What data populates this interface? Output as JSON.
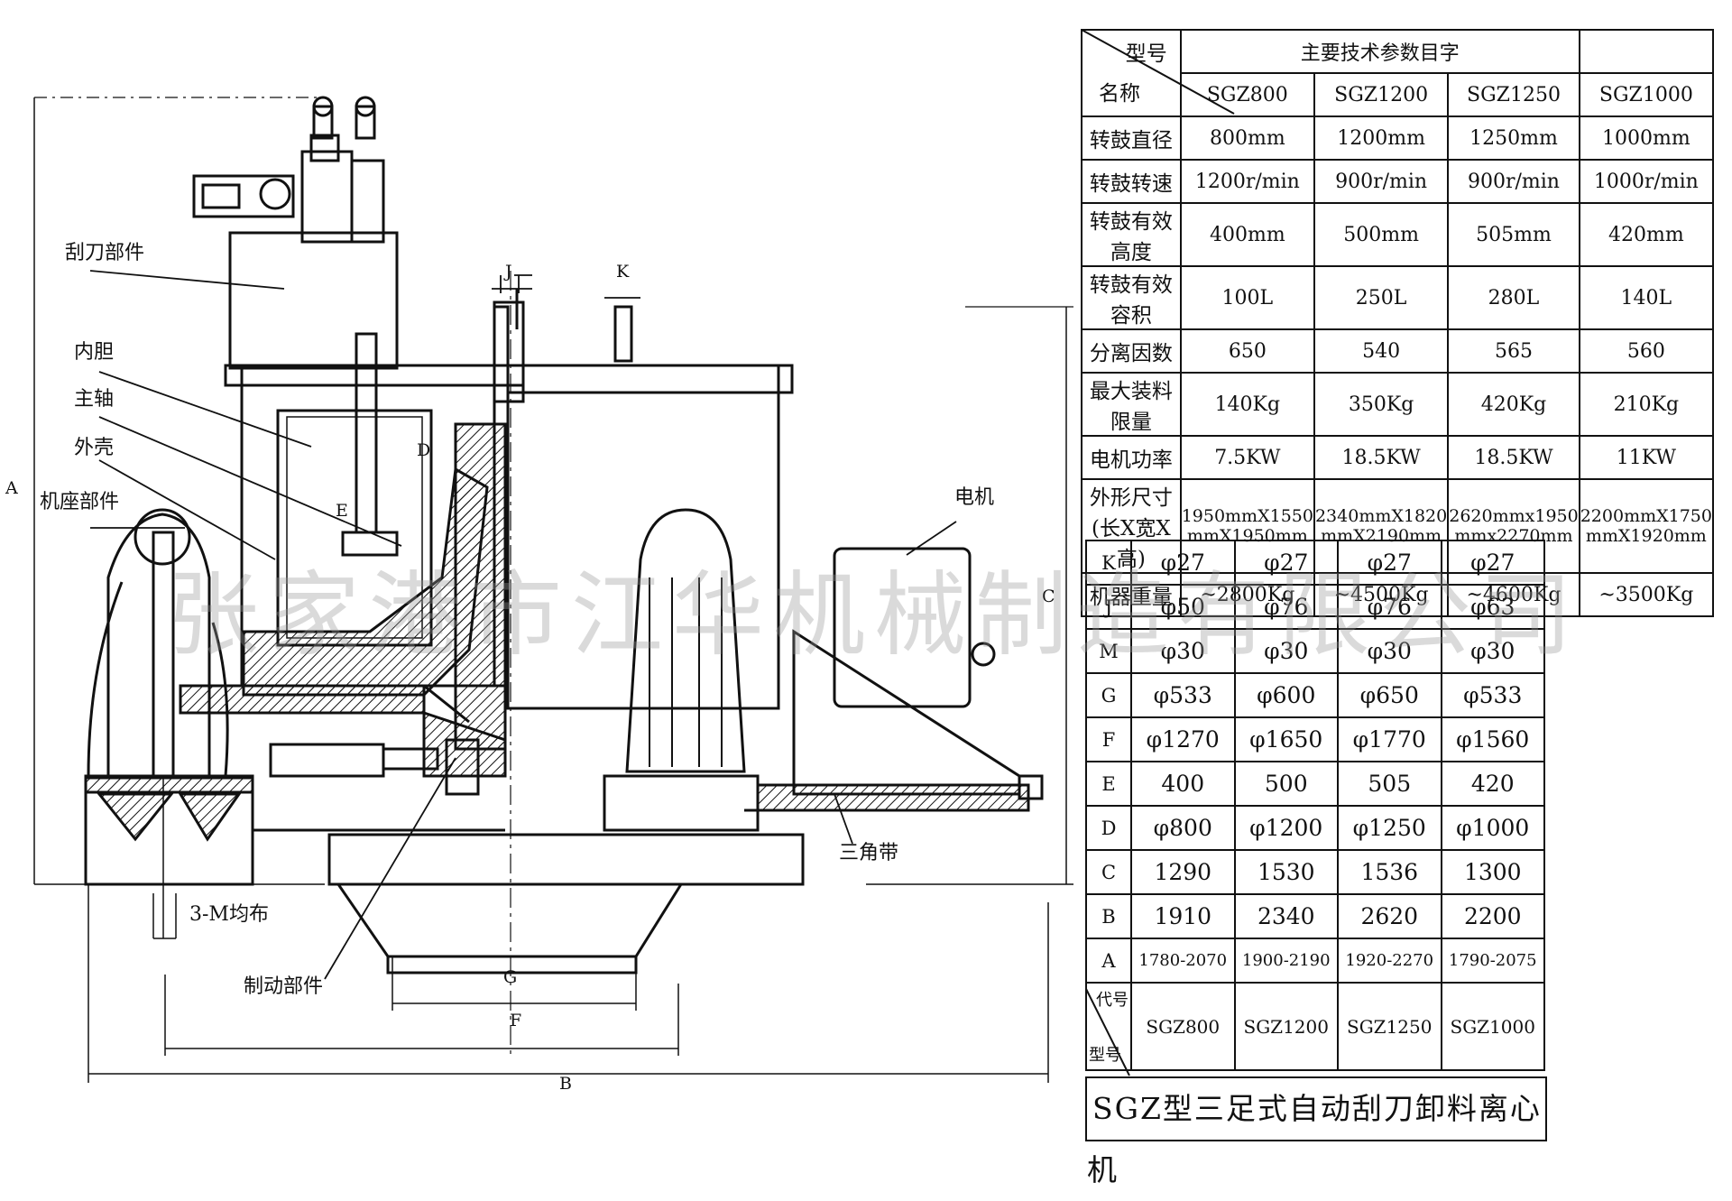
{
  "spec_table": {
    "corner_top": "型号",
    "corner_bottom": "名称",
    "group_header": "主要技术参数目字",
    "models": [
      "SGZ800",
      "SGZ1200",
      "SGZ1250",
      "SGZ1000"
    ],
    "rows": [
      {
        "name": "转鼓直径",
        "values": [
          "800mm",
          "1200mm",
          "1250mm",
          "1000mm"
        ]
      },
      {
        "name": "转鼓转速",
        "values": [
          "1200r/min",
          "900r/min",
          "900r/min",
          "1000r/min"
        ]
      },
      {
        "name": "转鼓有效高度",
        "values": [
          "400mm",
          "500mm",
          "505mm",
          "420mm"
        ]
      },
      {
        "name": "转鼓有效容积",
        "values": [
          "100L",
          "250L",
          "280L",
          "140L"
        ]
      },
      {
        "name": "分离因数",
        "values": [
          "650",
          "540",
          "565",
          "560"
        ]
      },
      {
        "name": "最大装料限量",
        "values": [
          "140Kg",
          "350Kg",
          "420Kg",
          "210Kg"
        ]
      },
      {
        "name": "电机功率",
        "values": [
          "7.5KW",
          "18.5KW",
          "18.5KW",
          "11KW"
        ]
      },
      {
        "name": "外形尺寸",
        "name2": "(长X宽X高)",
        "values": [
          "1950mmX1550",
          "2340mmX1820",
          "2620mmx1950",
          "2200mmX1750"
        ],
        "values2": [
          "mmX1950mm",
          "mmX2190mm",
          "mmx2270mm",
          "mmX1920mm"
        ]
      },
      {
        "name": "机器重量",
        "values": [
          "~2800Kg",
          "~4500Kg",
          "~4600Kg",
          "~3500Kg"
        ]
      }
    ]
  },
  "dim_table": {
    "rows": [
      {
        "code": "K",
        "values": [
          "φ27",
          "φ27",
          "φ27",
          "φ27"
        ]
      },
      {
        "code": "J",
        "values": [
          "φ50",
          "φ76",
          "φ76",
          "φ63"
        ]
      },
      {
        "code": "M",
        "values": [
          "φ30",
          "φ30",
          "φ30",
          "φ30"
        ]
      },
      {
        "code": "G",
        "values": [
          "φ533",
          "φ600",
          "φ650",
          "φ533"
        ]
      },
      {
        "code": "F",
        "values": [
          "φ1270",
          "φ1650",
          "φ1770",
          "φ1560"
        ]
      },
      {
        "code": "E",
        "values": [
          "400",
          "500",
          "505",
          "420"
        ]
      },
      {
        "code": "D",
        "values": [
          "φ800",
          "φ1200",
          "φ1250",
          "φ1000"
        ]
      },
      {
        "code": "C",
        "values": [
          "1290",
          "1530",
          "1536",
          "1300"
        ]
      },
      {
        "code": "B",
        "values": [
          "1910",
          "2340",
          "2620",
          "2200"
        ]
      },
      {
        "code": "A",
        "values": [
          "1780-2070",
          "1900-2190",
          "1920-2270",
          "1790-2075"
        ]
      }
    ],
    "footer_corner_top": "代号",
    "footer_corner_bottom": "型号",
    "footer_models": [
      "SGZ800",
      "SGZ1200",
      "SGZ1250",
      "SGZ1000"
    ]
  },
  "caption": "SGZ型三足式自动刮刀卸料离心机",
  "watermark": "张家港市江华机械制造有限公司",
  "labels": {
    "scraper": "刮刀部件",
    "inner_drum": "内胆",
    "main_shaft": "主轴",
    "outer_shell": "外壳",
    "base": "机座部件",
    "motor": "电机",
    "belt": "三角带",
    "bolts": "3-M均布",
    "brake": "制动部件"
  },
  "dims": {
    "A": "A",
    "B": "B",
    "C": "C",
    "D": "D",
    "E": "E",
    "F": "F",
    "G": "G",
    "J": "J",
    "K": "K"
  }
}
